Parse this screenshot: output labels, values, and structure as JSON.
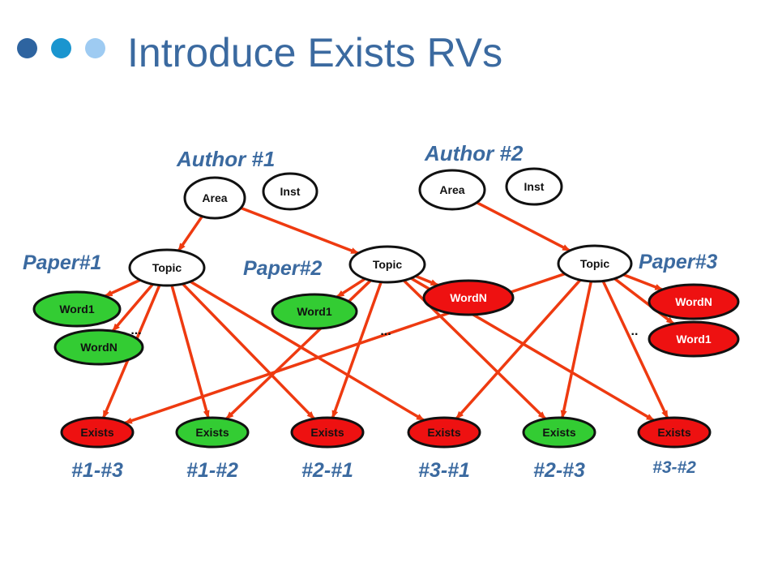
{
  "slide": {
    "title": "Introduce Exists RVs",
    "bullet_colors": [
      "#2e64a0",
      "#1a95cf",
      "#9ecbf2"
    ]
  },
  "diagram": {
    "author_labels": [
      "Author #1",
      "Author #2"
    ],
    "paper_labels": [
      "Paper#1",
      "Paper#2",
      "Paper#3"
    ],
    "author_nodes": [
      {
        "area": "Area",
        "inst": "Inst"
      },
      {
        "area": "Area",
        "inst": "Inst"
      }
    ],
    "topic_labels": [
      "Topic",
      "Topic",
      "Topic"
    ],
    "word_nodes": [
      {
        "label": "Word1",
        "color": "#33cc33"
      },
      {
        "label": "WordN",
        "color": "#33cc33"
      },
      {
        "label": "Word1",
        "color": "#33cc33"
      },
      {
        "label": "WordN",
        "color": "#ee1111"
      },
      {
        "label": "WordN",
        "color": "#ee1111"
      },
      {
        "label": "Word1",
        "color": "#ee1111"
      }
    ],
    "ellipses": [
      "...",
      "...",
      ".."
    ],
    "exists_nodes": [
      {
        "label": "Exists",
        "pair": "#1-#3",
        "color": "#ee1111"
      },
      {
        "label": "Exists",
        "pair": "#1-#2",
        "color": "#33cc33"
      },
      {
        "label": "Exists",
        "pair": "#2-#1",
        "color": "#ee1111"
      },
      {
        "label": "Exists",
        "pair": "#3-#1",
        "color": "#ee1111"
      },
      {
        "label": "Exists",
        "pair": "#2-#3",
        "color": "#33cc33"
      },
      {
        "label": "Exists",
        "pair": "#3-#2",
        "color": "#ee1111"
      }
    ],
    "edge_color": "#ee3a10"
  }
}
